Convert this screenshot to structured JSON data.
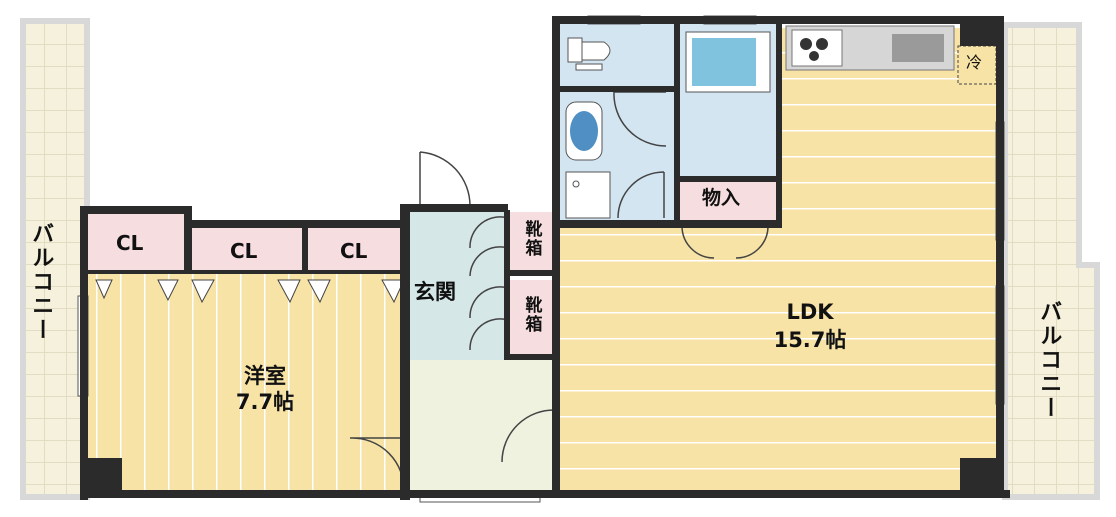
{
  "floorplan": {
    "balcony_left": "バルコニー",
    "balcony_right": "バルコニー",
    "closets": [
      "CL",
      "CL",
      "CL"
    ],
    "western_room": {
      "name": "洋室",
      "size": "7.7帖"
    },
    "entrance": "玄関",
    "shoe_box_top": "靴箱",
    "shoe_box_bottom": "靴箱",
    "ldk": {
      "name": "LDK",
      "size": "15.7帖"
    },
    "storage": "物入",
    "fridge": "冷"
  },
  "colors": {
    "wall": "#2b2b2b",
    "floor_wood": "#f7e3a6",
    "floor_line": "#ffffff",
    "closet_pink": "#f6dde0",
    "wet_area_blue": "#d3e5f1",
    "entrance_teal": "#d6e7e8",
    "hall_green": "#eef2df",
    "balcony_tile": "#f6f1dc"
  }
}
